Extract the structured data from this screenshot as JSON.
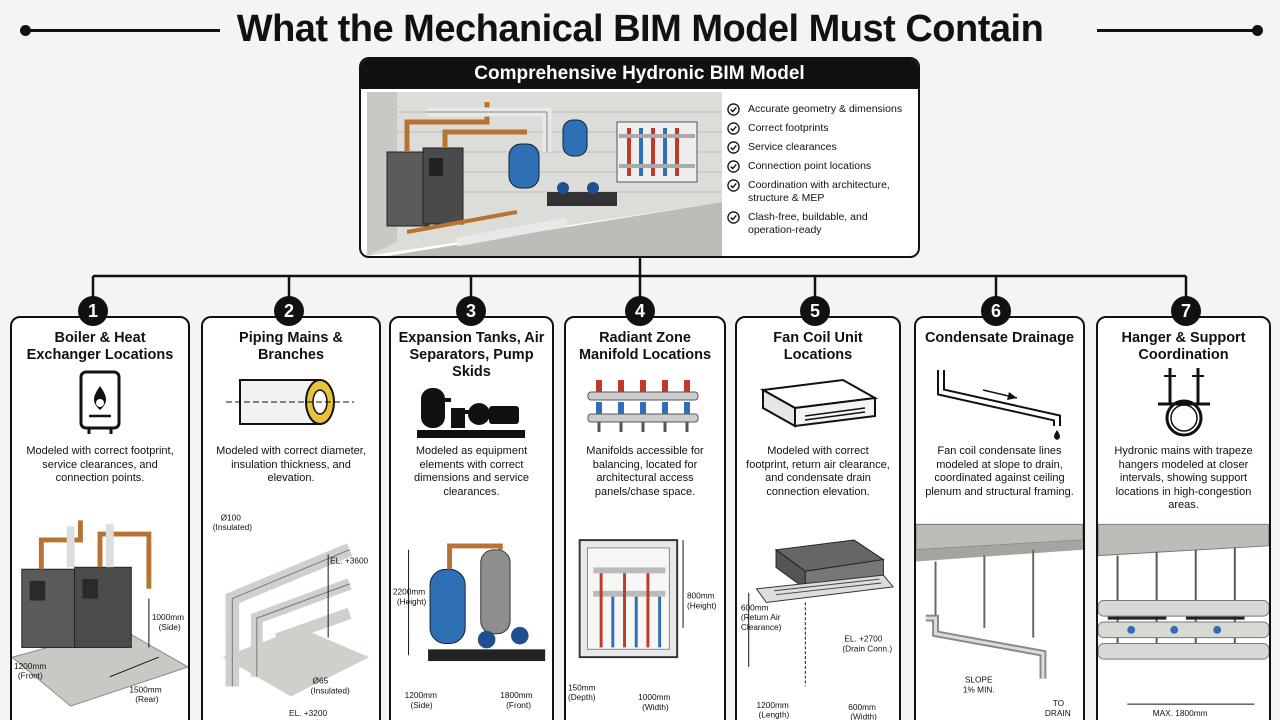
{
  "title": "What the Mechanical BIM Model Must Contain",
  "hero": {
    "heading": "Comprehensive Hydronic BIM Model",
    "checklist": [
      "Accurate geometry & dimensions",
      "Correct footprints",
      "Service clearances",
      "Connection point locations",
      "Coordination with architecture, structure & MEP",
      "Clash-free, buildable, and operation-ready"
    ]
  },
  "cards": [
    {
      "number": "1",
      "title": "Boiler & Heat Exchanger Locations",
      "icon": "boiler-icon",
      "description": "Modeled with correct footprint, service clearances, and connection points.",
      "dims": [
        "1000mm",
        "(Side)",
        "1200mm",
        "(Front)",
        "1500mm",
        "(Rear)"
      ]
    },
    {
      "number": "2",
      "title": "Piping Mains & Branches",
      "icon": "insulated-pipe-icon",
      "description": "Modeled with correct diameter, insulation thickness, and elevation.",
      "dims": [
        "Ø100",
        "(Insulated)",
        "EL. +3600",
        "Ø65",
        "(Insulated)",
        "EL. +3200"
      ]
    },
    {
      "number": "3",
      "title": "Expansion Tanks, Air Separators, Pump Skids",
      "icon": "pump-skid-icon",
      "description": "Modeled as equipment elements with correct dimensions and service clearances.",
      "dims": [
        "2200mm",
        "(Height)",
        "1200mm",
        "(Side)",
        "1800mm",
        "(Front)"
      ]
    },
    {
      "number": "4",
      "title": "Radiant Zone Manifold Locations",
      "icon": "manifold-icon",
      "description": "Manifolds accessible for balancing, located for architectural access panels/chase space.",
      "dims": [
        "800mm",
        "(Height)",
        "150mm",
        "(Depth)",
        "1000mm",
        "(Width)"
      ]
    },
    {
      "number": "5",
      "title": "Fan Coil Unit Locations",
      "icon": "fan-coil-icon",
      "description": "Modeled with correct footprint, return air clearance, and condensate drain connection elevation.",
      "dims": [
        "600mm",
        "(Return Air",
        "Clearance)",
        "EL. +2700",
        "(Drain Conn.)",
        "1200mm",
        "(Length)",
        "600mm",
        "(Width)"
      ]
    },
    {
      "number": "6",
      "title": "Condensate Drainage",
      "icon": "condensate-drain-icon",
      "description": "Fan coil condensate lines modeled at slope to drain, coordinated against ceiling plenum and structural framing.",
      "dims": [
        "SLOPE",
        "1% MIN.",
        "TO",
        "DRAIN"
      ]
    },
    {
      "number": "7",
      "title": "Hanger & Support Coordination",
      "icon": "pipe-hanger-icon",
      "description": "Hydronic mains with trapeze hangers modeled at closer intervals, showing support locations in high-congestion areas.",
      "dims": [
        "MAX. 1800mm"
      ]
    }
  ]
}
